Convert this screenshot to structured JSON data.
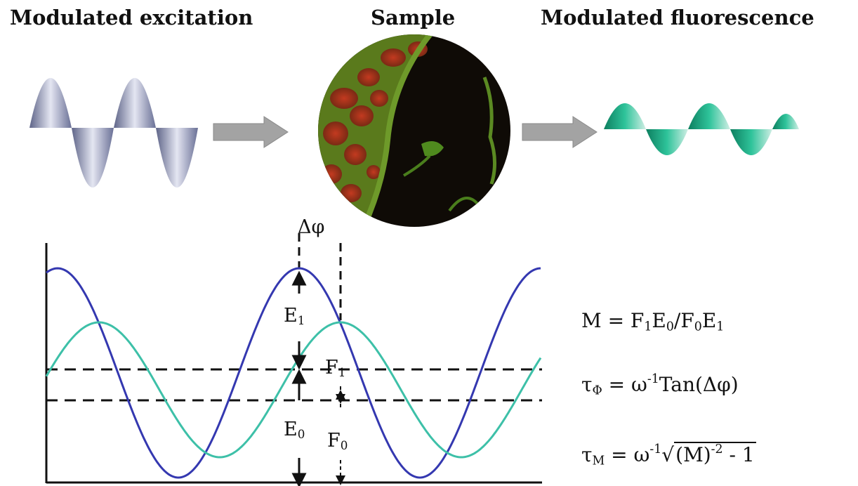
{
  "headings": {
    "excitation": "Modulated excitation",
    "sample": "Sample",
    "fluorescence": "Modulated fluorescence"
  },
  "labels": {
    "delta_phi": "Δφ",
    "E1_base": "E",
    "E1_sub": "1",
    "F1_base": "F",
    "F1_sub": "1",
    "E0_base": "E",
    "E0_sub": "0",
    "F0_base": "F",
    "F0_sub": "0"
  },
  "equations": {
    "modulation": {
      "lhs": "M = F",
      "s1": "1",
      "t1": "E",
      "s2": "0",
      "t2": "/F",
      "s3": "0",
      "t3": "E",
      "s4": "1"
    },
    "phase": {
      "lhs": "τ",
      "sub": "Φ",
      "eq": " = ω",
      "sup": "-1",
      "rhs": "Tan(Δφ)"
    },
    "mod_lifetime": {
      "lhs": "τ",
      "sub": "M",
      "eq": " = ω",
      "sup": "-1",
      "root_sign": "√",
      "root_body": "(M)",
      "root_sup": "-2",
      "root_tail": " - 1"
    }
  },
  "colors": {
    "excitation_wave": "#9aa0c0",
    "fluorescence_wave": "#18a582",
    "arrow": "#a0a0a0",
    "excitation_curve": "#3438b0",
    "fluorescence_curve": "#3dc0a8",
    "sample_bg": "#0f0b06",
    "sample_red": "#b8361e",
    "sample_green": "#4f8a1e"
  }
}
